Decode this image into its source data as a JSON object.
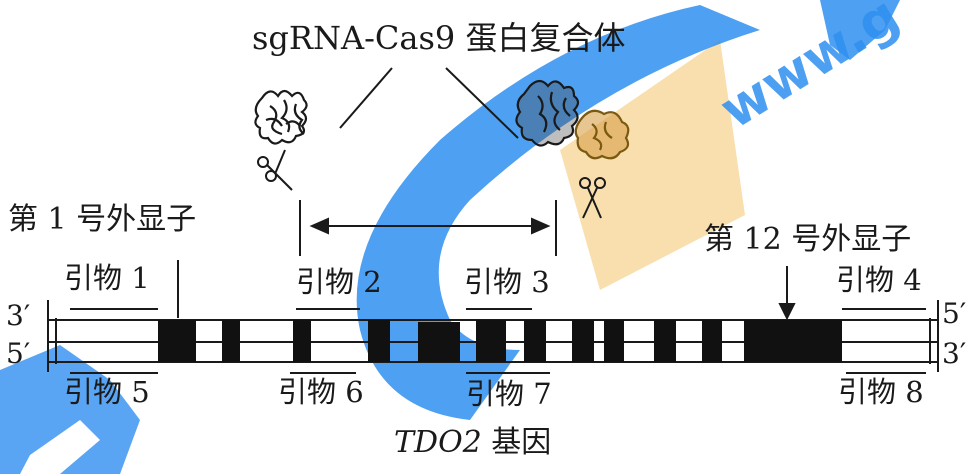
{
  "diagram": {
    "complex_label": "sgRNA-Cas9 蛋白复合体",
    "exon1_label": "第 1 号外显子",
    "exon12_label": "第 12 号外显子",
    "gene_label_italic": "TDO2",
    "gene_label_suffix": "基因",
    "strand_labels": {
      "top_left": "3′",
      "bottom_left": "5′",
      "top_right": "5′",
      "bottom_right": "3′"
    },
    "primers": [
      {
        "label": "引物 1"
      },
      {
        "label": "引物 2"
      },
      {
        "label": "引物 3"
      },
      {
        "label": "引物 4"
      },
      {
        "label": "引物 5"
      },
      {
        "label": "引物 6"
      },
      {
        "label": "引物 7"
      },
      {
        "label": "引物 8"
      }
    ],
    "icons": {
      "protein_left": "cas9-protein-icon",
      "protein_right": "cas9-protein-icon",
      "scissors": "scissors-icon"
    },
    "colors": {
      "ink": "#1a1a1a",
      "exon": "#111111",
      "watermark_blue": "#2f8ff0",
      "watermark_orange": "#f8d9a0"
    }
  }
}
